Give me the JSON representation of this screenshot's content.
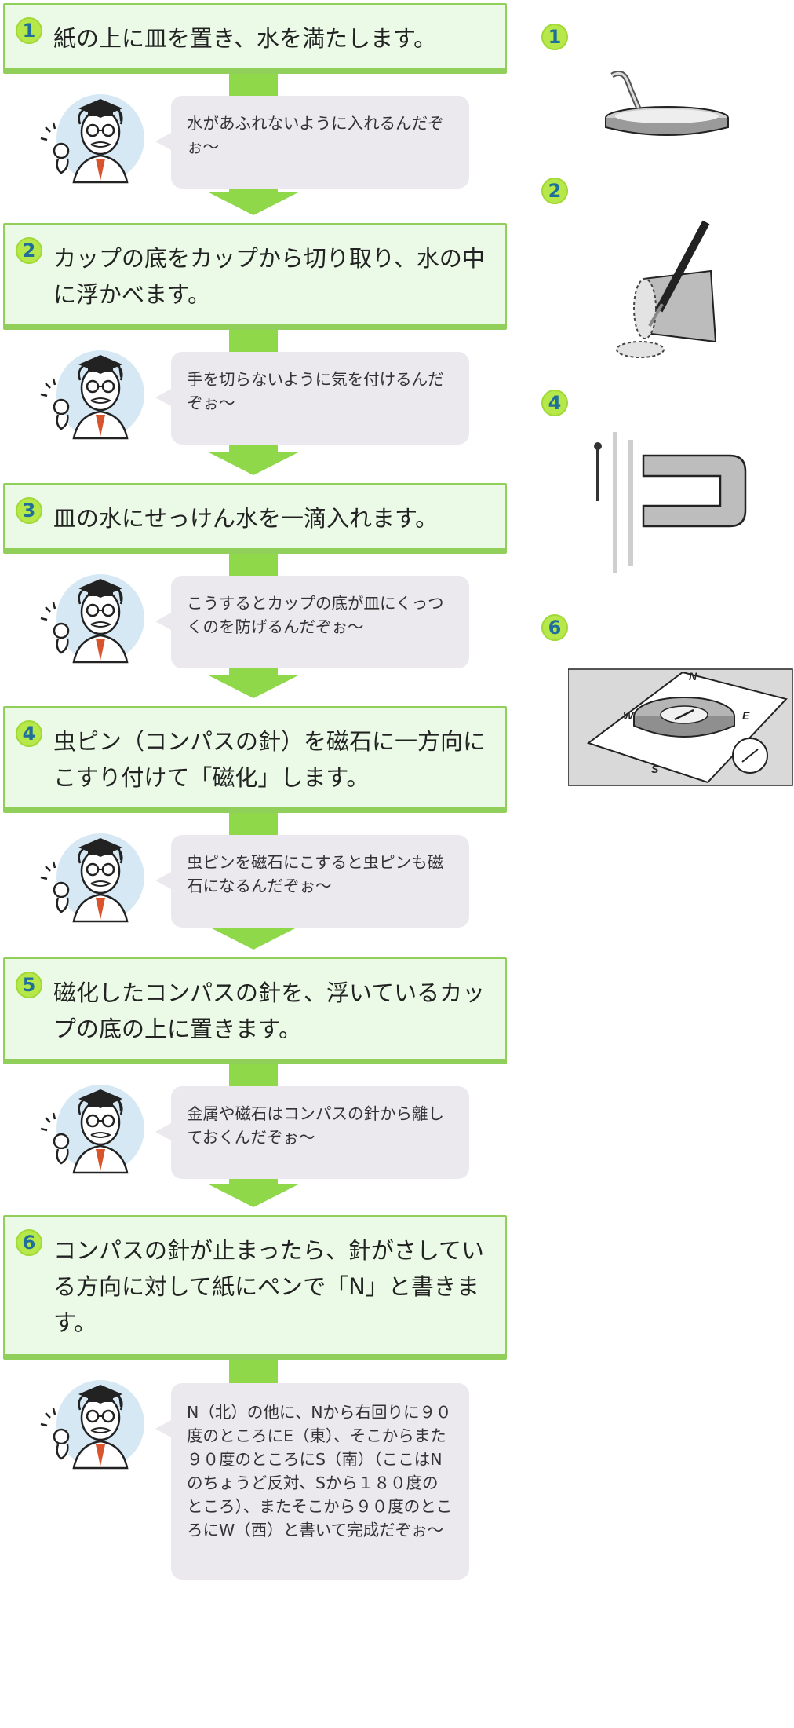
{
  "steps": [
    {
      "num": "1",
      "text": "紙の上に皿を置き、水を満たします。",
      "tip": "水があふれないように入れるんだぞぉ〜"
    },
    {
      "num": "2",
      "text": "カップの底をカップから切り取り、水の中に浮かべます。",
      "tip": "手を切らないように気を付けるんだぞぉ〜"
    },
    {
      "num": "3",
      "text": "皿の水にせっけん水を一滴入れます。",
      "tip": "こうするとカップの底が皿にくっつくのを防げるんだぞぉ〜"
    },
    {
      "num": "4",
      "text": "虫ピン（コンパスの針）を磁石に一方向にこすり付けて「磁化」します。",
      "tip": "虫ピンを磁石にこすると虫ピンも磁石になるんだぞぉ〜"
    },
    {
      "num": "5",
      "text": "磁化したコンパスの針を、浮いているカップの底の上に置きます。",
      "tip": "金属や磁石はコンパスの針から離しておくんだぞぉ〜"
    },
    {
      "num": "6",
      "text": "コンパスの針が止まったら、針がさしている方向に対して紙にペンで「N」と書きます。",
      "tip": "N（北）の他に、Nから右回りに９０度のところにE（東）、そこからまた９０度のところにS（南）（ここはNのちょうど反対、Sから１８０度のところ）、またそこから９０度のところにW（西）と書いて完成だぞぉ〜"
    }
  ],
  "illustrations": [
    {
      "num": "1",
      "icon": "water-dish-illustration"
    },
    {
      "num": "2",
      "icon": "cutting-cup-illustration"
    },
    {
      "num": "4",
      "icon": "magnet-pin-illustration"
    },
    {
      "num": "6",
      "icon": "floating-compass-illustration",
      "labels": {
        "n": "N",
        "e": "E",
        "s": "S",
        "w": "W"
      }
    }
  ],
  "colors": {
    "box_bg": "#eafae6",
    "box_border": "#8fcf5a",
    "arrow": "#8fd84a",
    "badge": "#b6e84a",
    "badge_text": "#1f6f9a",
    "bubble": "#ebe8ee"
  }
}
